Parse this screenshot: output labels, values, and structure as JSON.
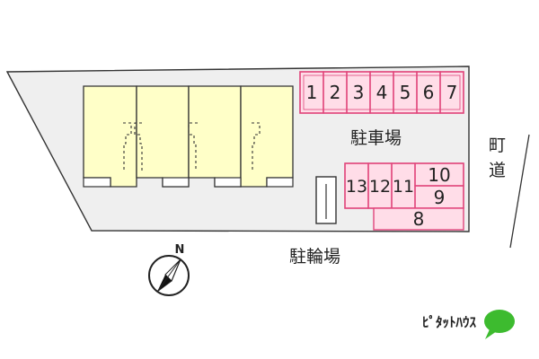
{
  "site_plan": {
    "parking_label": "駐車場",
    "bicycle_parking_label": "駐輪場",
    "road_label_chars": [
      "町",
      "道"
    ],
    "north_label": "N",
    "parking_spaces_top": [
      "1",
      "2",
      "3",
      "4",
      "5",
      "6",
      "7"
    ],
    "parking_spaces_lower": [
      "13",
      "12",
      "11",
      "10",
      "9",
      "8"
    ],
    "brand_logo_text": "ﾋﾟﾀｯﾄﾊｳｽ",
    "colors": {
      "lot_fill": "#efefef",
      "building_fill": "#ffffc8",
      "parking_fill": "#ffdde8",
      "parking_stroke": "#e0457b",
      "logo_green": "#3dbb2f"
    }
  }
}
